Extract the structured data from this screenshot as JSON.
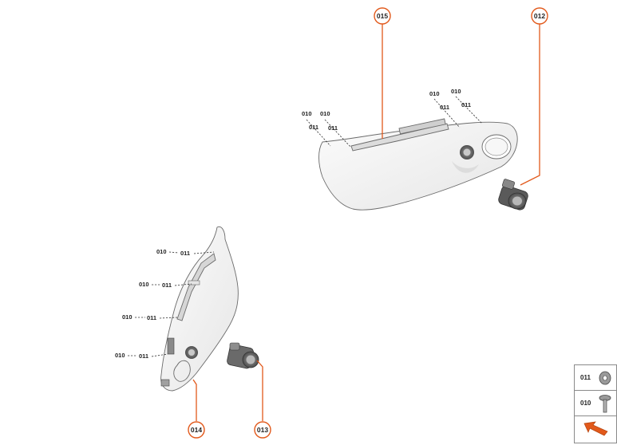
{
  "callouts": {
    "p015": "015",
    "p012": "012",
    "p013": "013",
    "p014": "014"
  },
  "refs": {
    "upper_a": "010",
    "upper_b": "011",
    "lower_a": "010",
    "lower_b": "011"
  },
  "legend": {
    "row1_label": "011",
    "row2_label": "010",
    "row1_icon": "washer-icon",
    "row2_icon": "bolt-icon",
    "row3_icon": "arrow-direction-icon"
  },
  "colors": {
    "accent": "#e2591b",
    "part_fill": "#f1f1f1",
    "part_stroke": "#6b6b6b"
  }
}
